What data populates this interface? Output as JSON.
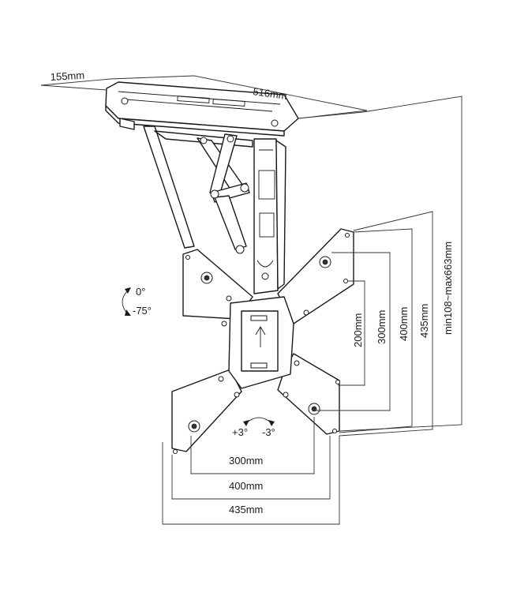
{
  "dimensions": {
    "depth": "155mm",
    "width": "516mm",
    "height_range": "min108~max663mm",
    "vesa_h_200": "200mm",
    "vesa_h_300": "300mm",
    "vesa_h_400": "400mm",
    "vesa_h_435": "435mm",
    "vesa_w_300": "300mm",
    "vesa_w_400": "400mm",
    "vesa_w_435": "435mm"
  },
  "tilt": {
    "upper": "0°",
    "lower": "-75°"
  },
  "swivel": {
    "left": "+3°",
    "right": "-3°"
  }
}
